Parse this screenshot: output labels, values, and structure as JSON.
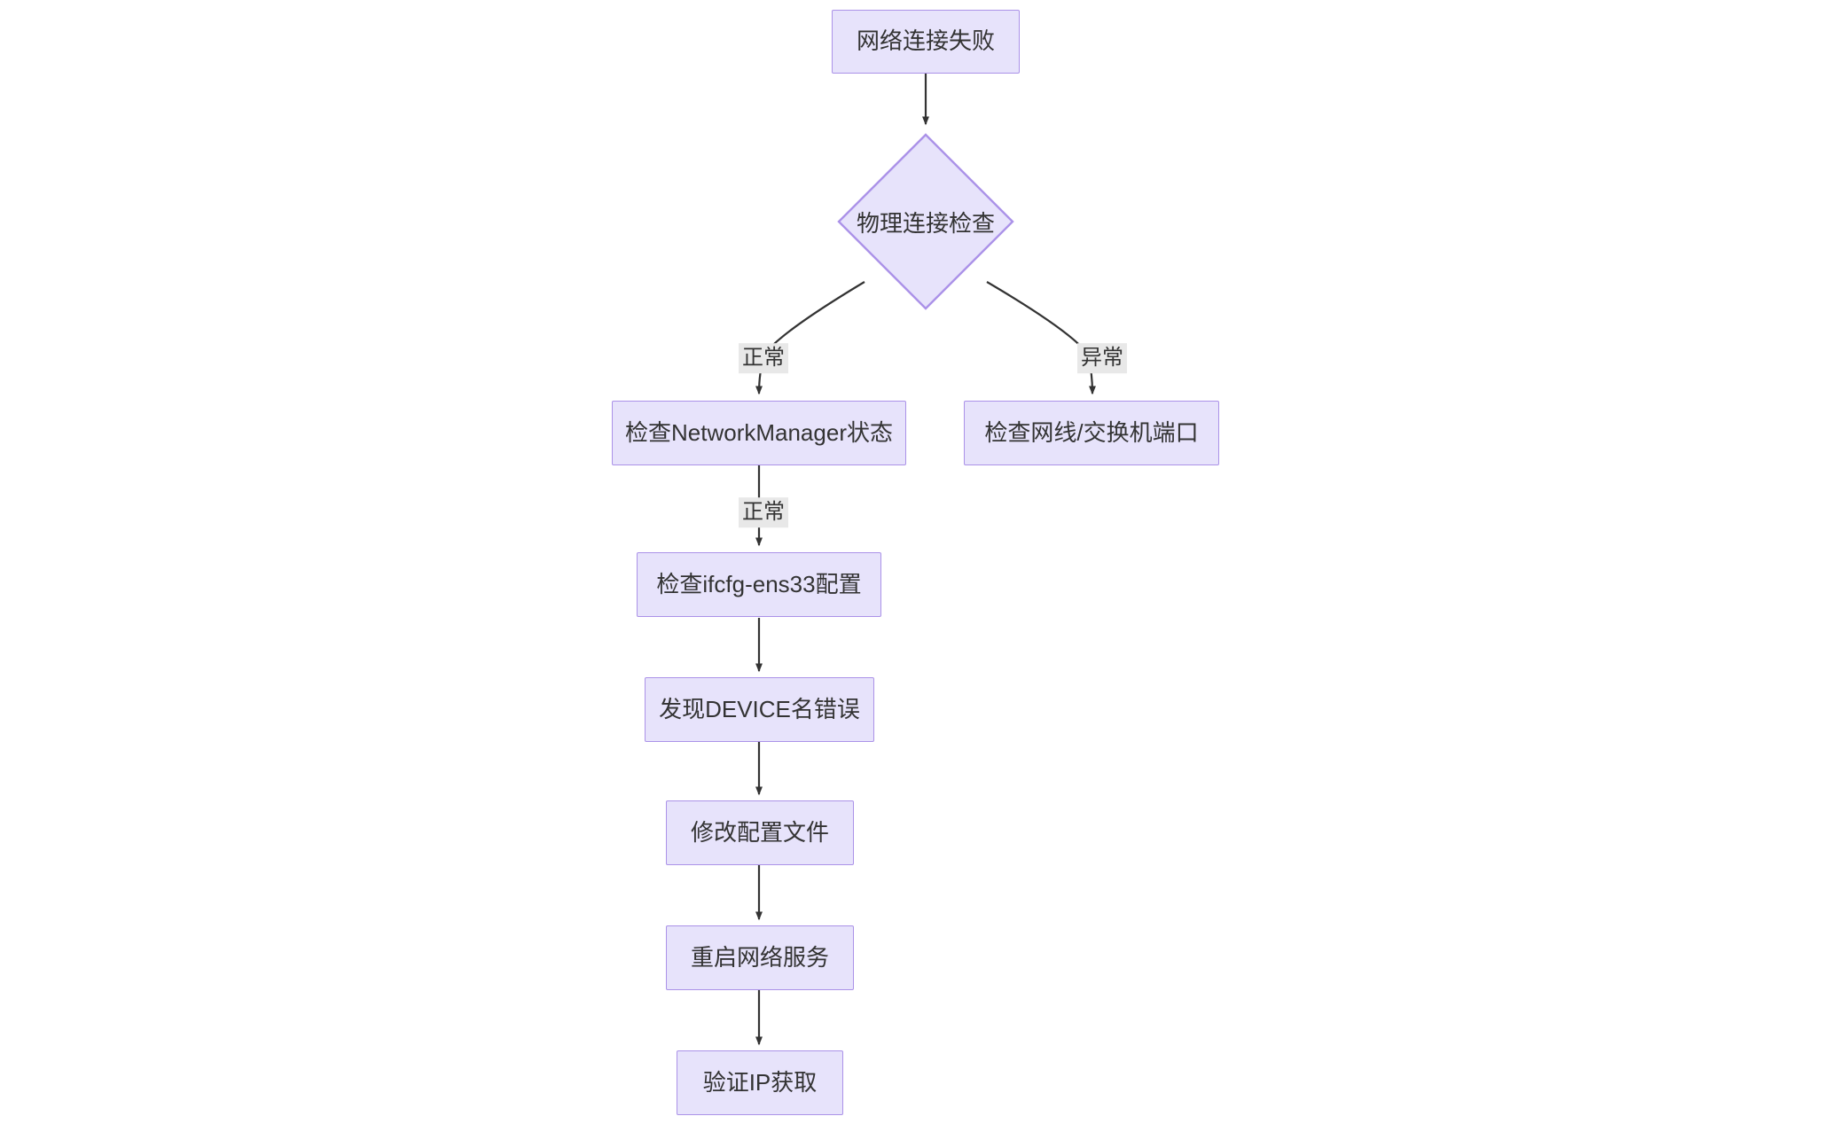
{
  "diagram": {
    "type": "flowchart",
    "direction": "top-down",
    "background_color": "#ffffff",
    "node_fill_color": "#e7e3fb",
    "node_border_color": "#ab92e8",
    "edge_color": "#333333",
    "text_color": "#333333",
    "edge_label_background": "#e8e8e8",
    "nodes": [
      {
        "id": "n1",
        "label": "网络连接失败",
        "shape": "rect"
      },
      {
        "id": "n2",
        "label": "物理连接检查",
        "shape": "diamond"
      },
      {
        "id": "n3",
        "label": "检查NetworkManager状态",
        "shape": "rect"
      },
      {
        "id": "n4",
        "label": "检查网线/交换机端口",
        "shape": "rect"
      },
      {
        "id": "n5",
        "label": "检查ifcfg-ens33配置",
        "shape": "rect"
      },
      {
        "id": "n6",
        "label": "发现DEVICE名错误",
        "shape": "rect"
      },
      {
        "id": "n7",
        "label": "修改配置文件",
        "shape": "rect"
      },
      {
        "id": "n8",
        "label": "重启网络服务",
        "shape": "rect"
      },
      {
        "id": "n9",
        "label": "验证IP获取",
        "shape": "rect"
      }
    ],
    "edges": [
      {
        "from": "n1",
        "to": "n2",
        "label": ""
      },
      {
        "from": "n2",
        "to": "n3",
        "label": "正常"
      },
      {
        "from": "n2",
        "to": "n4",
        "label": "异常"
      },
      {
        "from": "n3",
        "to": "n5",
        "label": "正常"
      },
      {
        "from": "n5",
        "to": "n6",
        "label": ""
      },
      {
        "from": "n6",
        "to": "n7",
        "label": ""
      },
      {
        "from": "n7",
        "to": "n8",
        "label": ""
      },
      {
        "from": "n8",
        "to": "n9",
        "label": ""
      }
    ],
    "edge_labels": {
      "branch_normal": "正常",
      "branch_abnormal": "异常",
      "nm_normal": "正常"
    }
  }
}
